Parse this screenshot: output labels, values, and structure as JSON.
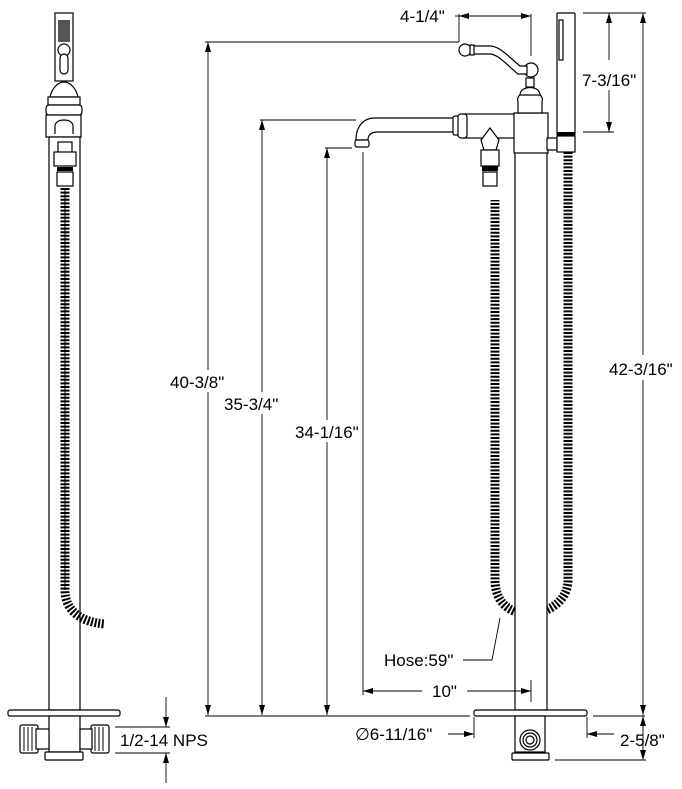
{
  "dimensions": {
    "handle_reach": "4-1/4\"",
    "hand_shower_length": "7-3/16\"",
    "handle_height": "40-3/8\"",
    "spout_height": "35-3/4\"",
    "spout_outlet_height": "34-1/16\"",
    "overall_height": "42-3/16\"",
    "hose_length": "Hose:59\"",
    "spout_reach": "10\"",
    "flange_diameter": "∅6-11/16\"",
    "below_floor_depth": "2-5/8\"",
    "supply_connection": "1/2-14 NPS"
  },
  "colors": {
    "line": "#000000",
    "background": "#ffffff"
  }
}
